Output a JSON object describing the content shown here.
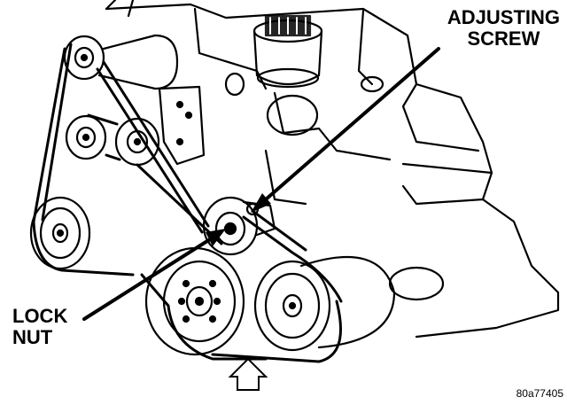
{
  "callouts": {
    "adjusting_screw": [
      "ADJUSTING",
      "SCREW"
    ],
    "lock_nut": [
      "LOCK",
      "NUT"
    ]
  },
  "figure_id": "80a77405",
  "colors": {
    "ink": "#000000",
    "paper": "#ffffff"
  }
}
